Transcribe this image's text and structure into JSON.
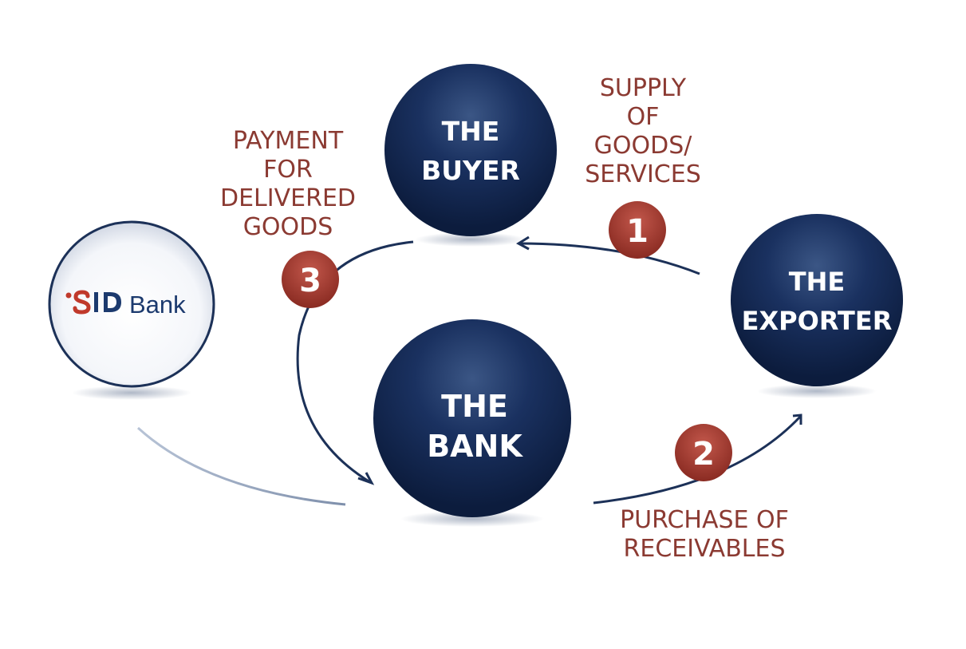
{
  "nodes": {
    "buyer": {
      "line1": "THE",
      "line2": "BUYER"
    },
    "bank": {
      "line1": "THE",
      "line2": "BANK"
    },
    "exporter": {
      "line1": "THE",
      "line2": "EXPORTER"
    },
    "logo": {
      "text": "Bank"
    }
  },
  "steps": {
    "step1": {
      "number": "1",
      "lines": [
        "SUPPLY",
        "OF",
        "GOODS/",
        "SERVICES"
      ]
    },
    "step2": {
      "number": "2",
      "lines": [
        "PURCHASE OF",
        "RECEIVABLES"
      ]
    },
    "step3": {
      "number": "3",
      "lines": [
        "PAYMENT",
        "FOR",
        "DELIVERED",
        "GOODS"
      ]
    }
  },
  "colors": {
    "node": "#13284f",
    "badge": "#a3382d",
    "label": "#8b3a32",
    "arrow": "#1c3158",
    "logo_text": "#1c3a6e",
    "logo_accent": "#c0392b"
  }
}
